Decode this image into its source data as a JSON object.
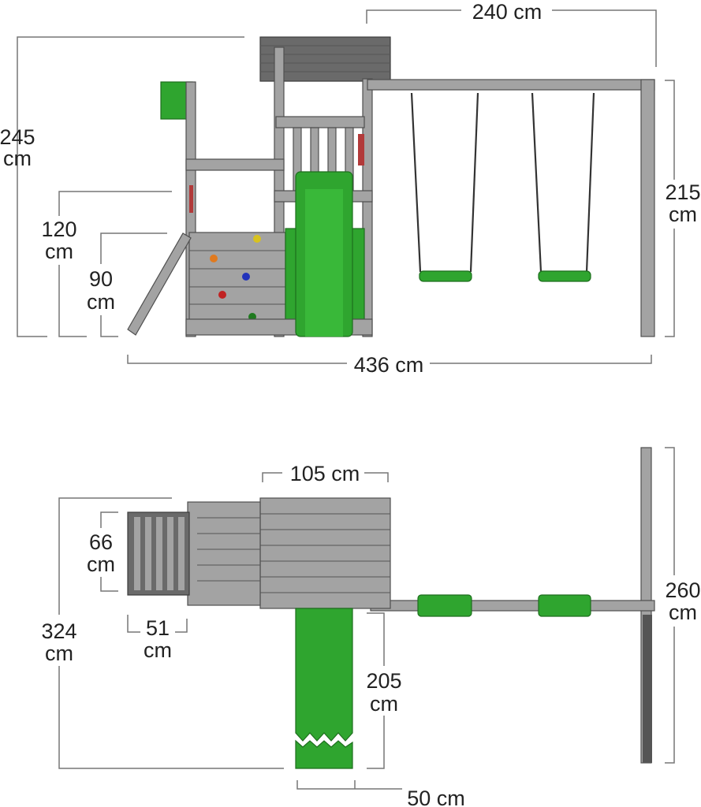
{
  "front_view": {
    "width_top": "240 cm",
    "height_total_value": "245",
    "height_total_unit": "cm",
    "height_swing_value": "215",
    "height_swing_unit": "cm",
    "height_deck_value": "120",
    "height_deck_unit": "cm",
    "height_wall_value": "90",
    "height_wall_unit": "cm",
    "width_total": "436 cm"
  },
  "top_view": {
    "deck_width": "105 cm",
    "ladder_width_value": "66",
    "ladder_width_unit": "cm",
    "ladder_depth_value": "51",
    "ladder_depth_unit": "cm",
    "depth_total_value": "324",
    "depth_total_unit": "cm",
    "swing_frame_value": "260",
    "swing_frame_unit": "cm",
    "slide_length_value": "205",
    "slide_length_unit": "cm",
    "slide_width": "50 cm"
  },
  "colors": {
    "wood": "#a3a3a3",
    "roof": "#6a6a6a",
    "slide": "#2fa52f"
  }
}
